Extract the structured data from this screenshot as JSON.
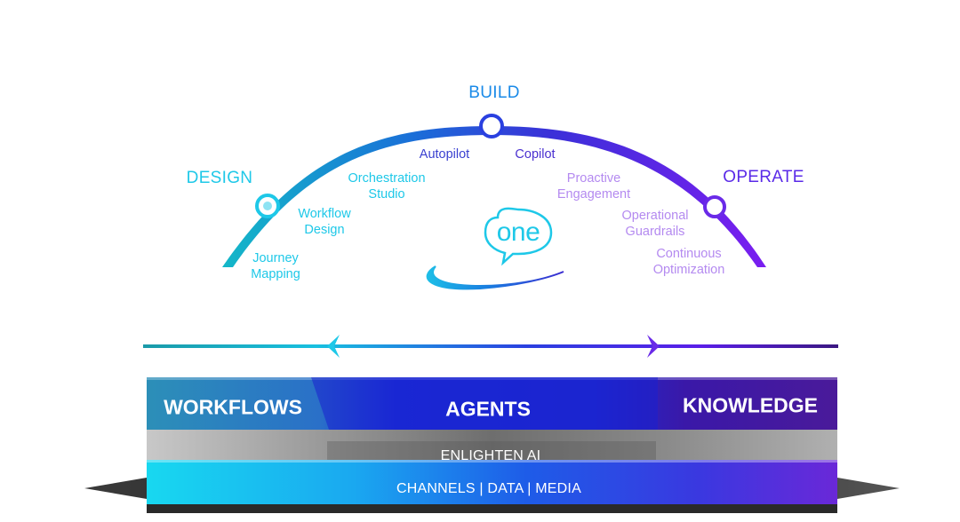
{
  "phases": {
    "build": "BUILD",
    "design": "DESIGN",
    "operate": "OPERATE"
  },
  "capabilities": {
    "autopilot": "Autopilot",
    "copilot": "Copilot",
    "orchestration_studio": [
      "Orchestration",
      "Studio"
    ],
    "proactive_engagement": [
      "Proactive",
      "Engagement"
    ],
    "workflow_design": [
      "Workflow",
      "Design"
    ],
    "operational_guardrails": [
      "Operational",
      "Guardrails"
    ],
    "journey_mapping": [
      "Journey",
      "Mapping"
    ],
    "continuous_optimization": [
      "Continuous",
      "Optimization"
    ]
  },
  "logo": {
    "text": "one"
  },
  "platform": {
    "top_left": "WORKFLOWS",
    "top_center": "AGENTS",
    "top_right": "KNOWLEDGE",
    "middle": "ENLIGHTEN AI",
    "bottom": "CHANNELS | DATA | MEDIA"
  },
  "colors": {
    "cyan": "#1ec8e8",
    "blue": "#2a5cf0",
    "indigo": "#3a2ad0",
    "purple": "#7a2af0",
    "light_purple": "#b48af0",
    "grey": "#8a8a8a"
  }
}
